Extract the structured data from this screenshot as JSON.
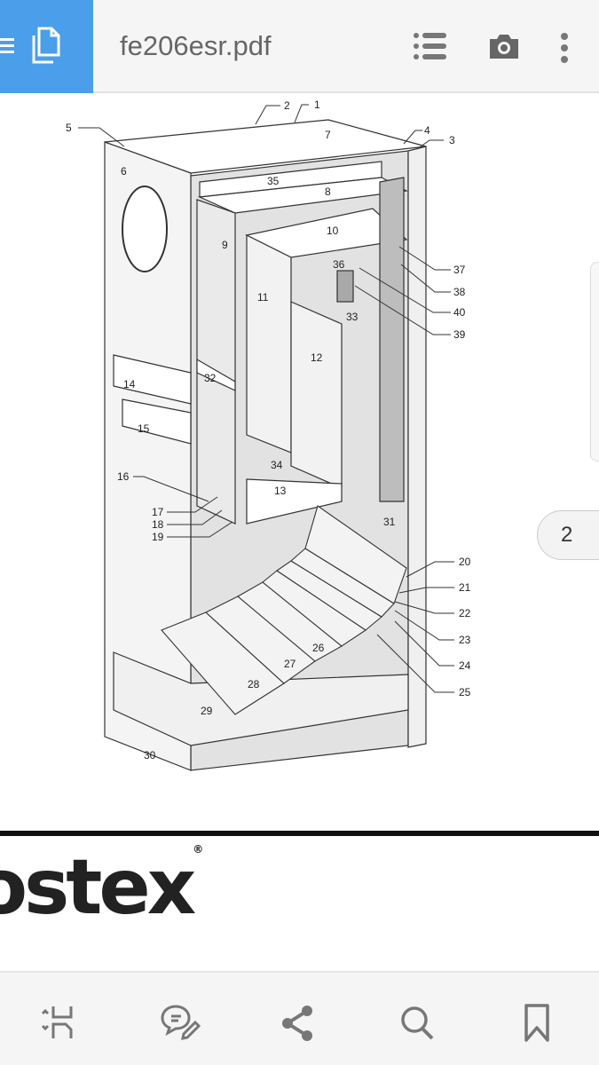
{
  "topbar": {
    "title": "fe206esr.pdf",
    "icons": [
      "menu-icon",
      "pages-icon",
      "outline-list-icon",
      "camera-icon",
      "more-vert-icon"
    ]
  },
  "diagram": {
    "labels": [
      "1",
      "2",
      "3",
      "4",
      "5",
      "6",
      "7",
      "8",
      "9",
      "10",
      "11",
      "12",
      "13",
      "14",
      "15",
      "16",
      "17",
      "18",
      "19",
      "20",
      "21",
      "22",
      "23",
      "24",
      "25",
      "26",
      "27",
      "28",
      "29",
      "30",
      "31",
      "32",
      "33",
      "34",
      "35",
      "36",
      "37",
      "38",
      "39",
      "40"
    ]
  },
  "logo": {
    "text": "ostex",
    "mark": "®"
  },
  "page_indicator": "2",
  "bottombar": {
    "icons": [
      "reflow-icon",
      "annotate-icon",
      "share-icon",
      "search-icon",
      "bookmark-icon"
    ]
  },
  "colors": {
    "accent": "#4a9eea",
    "bar": "#f5f5f5",
    "icon": "#757575"
  }
}
